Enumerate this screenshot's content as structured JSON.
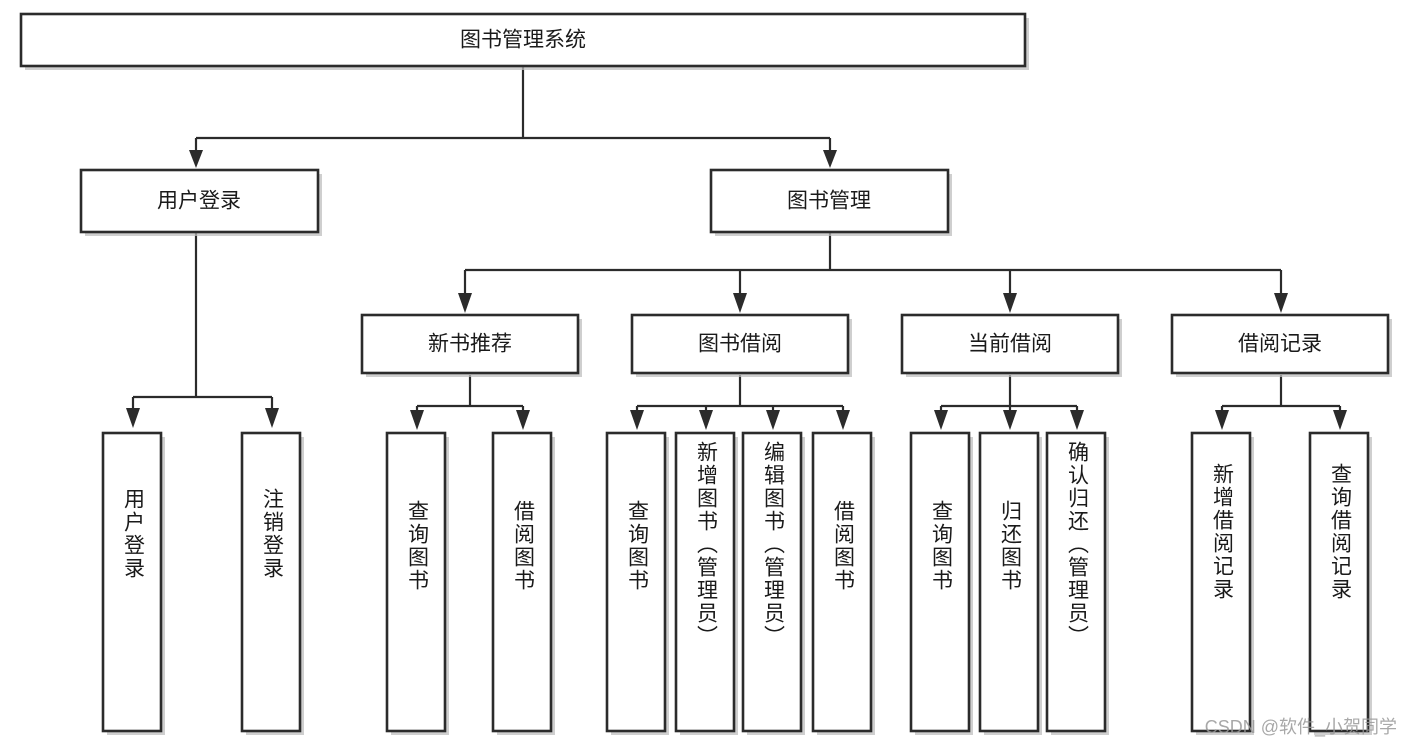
{
  "diagram": {
    "title": "图书管理系统",
    "type": "hierarchy-tree",
    "watermark": "CSDN @软件_小贺同学",
    "colors": {
      "box_stroke": "#2b2b2b",
      "box_fill": "#ffffff",
      "text": "#1a1a1a",
      "shadow": "#bfbfbf",
      "watermark": "#9a9a9a",
      "background": "#ffffff"
    },
    "levels": {
      "root": {
        "label": "图书管理系统"
      },
      "level2": [
        {
          "id": "user-login",
          "label": "用户登录"
        },
        {
          "id": "book-management",
          "label": "图书管理"
        }
      ],
      "level3": [
        {
          "id": "new-book-recommend",
          "label": "新书推荐",
          "parent": "book-management"
        },
        {
          "id": "book-borrow",
          "label": "图书借阅",
          "parent": "book-management"
        },
        {
          "id": "current-borrow",
          "label": "当前借阅",
          "parent": "book-management"
        },
        {
          "id": "borrow-record",
          "label": "借阅记录",
          "parent": "book-management"
        }
      ],
      "leaves": [
        {
          "id": "leaf-user-login",
          "label": "用户登录",
          "parent": "user-login"
        },
        {
          "id": "leaf-logout-login",
          "label": "注销登录",
          "parent": "user-login"
        },
        {
          "id": "leaf-query-book-1",
          "label": "查询图书",
          "parent": "new-book-recommend"
        },
        {
          "id": "leaf-borrow-book-1",
          "label": "借阅图书",
          "parent": "new-book-recommend"
        },
        {
          "id": "leaf-query-book-2",
          "label": "查询图书",
          "parent": "book-borrow"
        },
        {
          "id": "leaf-add-book",
          "label": "新增图书（管理员）",
          "parent": "book-borrow"
        },
        {
          "id": "leaf-edit-book",
          "label": "编辑图书（管理员）",
          "parent": "book-borrow"
        },
        {
          "id": "leaf-borrow-book-2",
          "label": "借阅图书",
          "parent": "book-borrow"
        },
        {
          "id": "leaf-query-book-3",
          "label": "查询图书",
          "parent": "current-borrow"
        },
        {
          "id": "leaf-return-book",
          "label": "归还图书",
          "parent": "current-borrow"
        },
        {
          "id": "leaf-confirm-return",
          "label": "确认归还（管理员）",
          "parent": "current-borrow"
        },
        {
          "id": "leaf-add-record",
          "label": "新增借阅记录",
          "parent": "borrow-record"
        },
        {
          "id": "leaf-query-record",
          "label": "查询借阅记录",
          "parent": "borrow-record"
        }
      ]
    }
  }
}
